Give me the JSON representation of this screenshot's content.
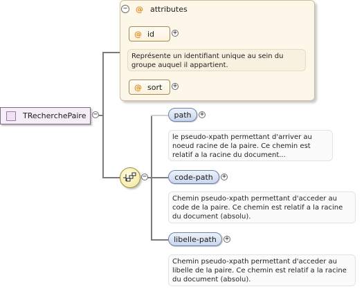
{
  "root": {
    "label": "TRecherchePaire"
  },
  "attributes": {
    "title": "attributes",
    "items": [
      {
        "label": "id",
        "doc": "Représente un identifiant unique au sein du groupe auquel il appartient."
      },
      {
        "label": "sort"
      }
    ]
  },
  "sequence": {
    "elements": [
      {
        "label": "path",
        "doc": "le pseudo-xpath permettant d'arriver au noeud racine de la paire. Ce chemin est relatif a la racine du document..."
      },
      {
        "label": "code-path",
        "doc": "Chemin pseudo-xpath permettant d'acceder au code de la paire. Ce chemin est relatif a la racine du document (absolu)."
      },
      {
        "label": "libelle-path",
        "doc": "Chemin pseudo-xpath permettant d'acceder au libelle de la paire. Ce chemin est relatif a la racine du document (absolu)."
      }
    ]
  },
  "glyphs": {
    "expand": "+",
    "collapse": "−",
    "attribute_marker": "@"
  },
  "colors": {
    "attr_bg": "#fdf7e9",
    "element_fill": "#c9d6ec",
    "root_fill": "#f6eef7",
    "sequence_fill": "#f3e59a"
  }
}
